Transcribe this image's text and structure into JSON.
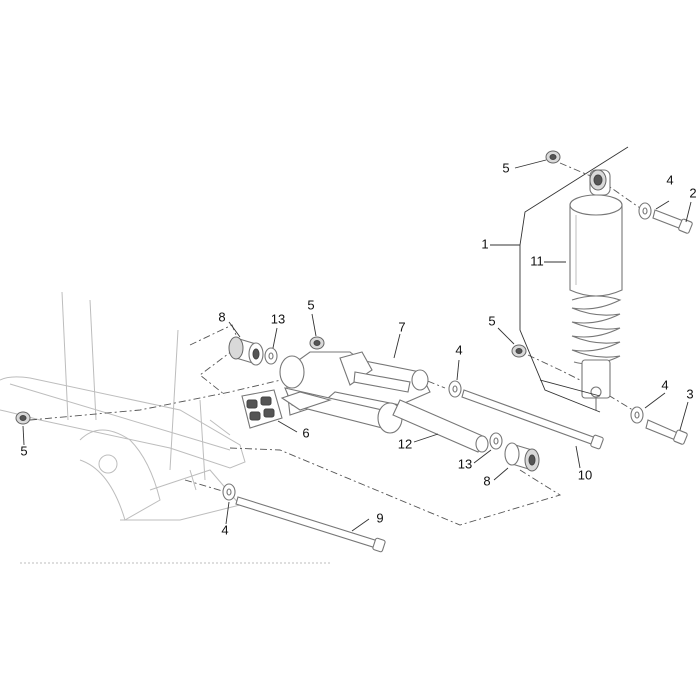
{
  "diagram": {
    "type": "exploded-parts-view",
    "callouts": [
      {
        "id": "c1",
        "text": "1"
      },
      {
        "id": "c2",
        "text": "2"
      },
      {
        "id": "c3",
        "text": "3"
      },
      {
        "id": "c4a",
        "text": "4"
      },
      {
        "id": "c4b",
        "text": "4"
      },
      {
        "id": "c4c",
        "text": "4"
      },
      {
        "id": "c4d",
        "text": "4"
      },
      {
        "id": "c5a",
        "text": "5"
      },
      {
        "id": "c5b",
        "text": "5"
      },
      {
        "id": "c5c",
        "text": "5"
      },
      {
        "id": "c5d",
        "text": "5"
      },
      {
        "id": "c6",
        "text": "6"
      },
      {
        "id": "c7",
        "text": "7"
      },
      {
        "id": "c8a",
        "text": "8"
      },
      {
        "id": "c8b",
        "text": "8"
      },
      {
        "id": "c9",
        "text": "9"
      },
      {
        "id": "c10",
        "text": "10"
      },
      {
        "id": "c11",
        "text": "11"
      },
      {
        "id": "c12",
        "text": "12"
      },
      {
        "id": "c13a",
        "text": "13"
      },
      {
        "id": "c13b",
        "text": "13"
      }
    ]
  }
}
